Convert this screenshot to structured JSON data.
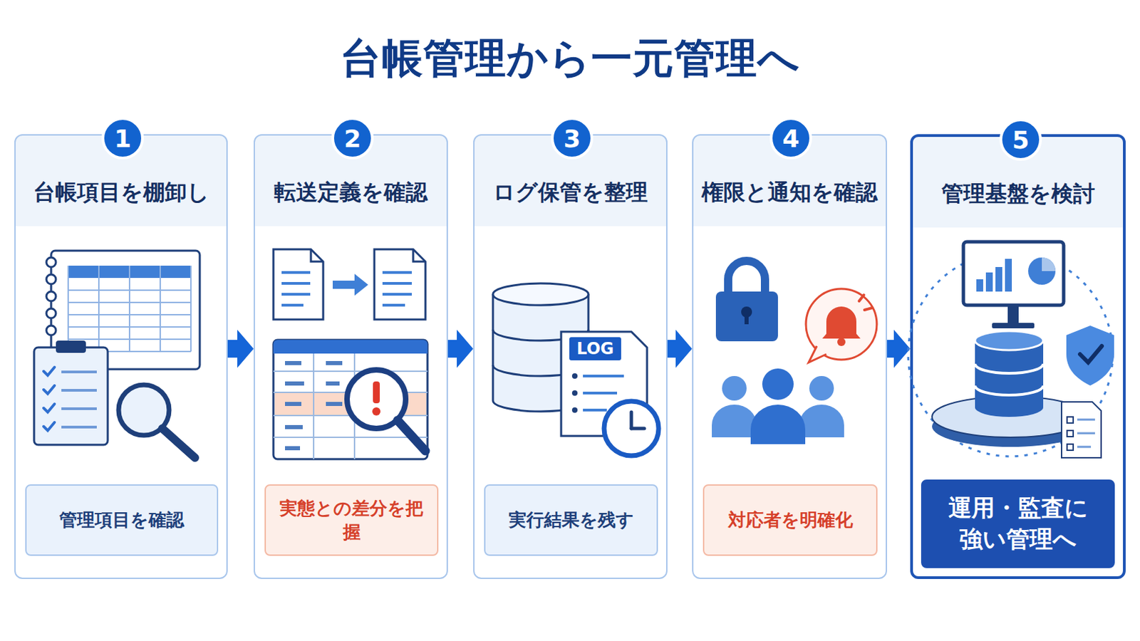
{
  "diagram": {
    "title": "台帳管理から一元管理へ",
    "nodes": [
      {
        "text": [
          "台帳項目を棚卸し"
        ]
      },
      {
        "text": [
          "1"
        ],
        "in": 0
      },
      {
        "text": [
          "管理項目を確認"
        ],
        "in": 0
      },
      {
        "text": [
          "転送定義を確認"
        ]
      },
      {
        "text": [
          "2"
        ],
        "in": 3
      },
      {
        "text": [
          "実態との差分を把握"
        ],
        "in": 3
      },
      {
        "text": [
          "ログ保管を整理"
        ]
      },
      {
        "text": [
          "3"
        ],
        "in": 6
      },
      {
        "text": [
          "実行結果を残す"
        ],
        "in": 6
      },
      {
        "text": [
          "権限と通知を確認"
        ]
      },
      {
        "text": [
          "4"
        ],
        "in": 9
      },
      {
        "text": [
          "対応者を明確化"
        ],
        "in": 9
      },
      {
        "text": [
          "管理基盤を検討"
        ]
      },
      {
        "text": [
          "5"
        ],
        "in": 12
      },
      {
        "text": [
          "運用・監査に 強い管理へ"
        ],
        "in": 12
      }
    ],
    "edges": [
      {
        "from": 0,
        "to": 3,
        "arrow": "to"
      },
      {
        "from": 3,
        "to": 6,
        "arrow": "to"
      },
      {
        "from": 6,
        "to": 9,
        "arrow": "to"
      },
      {
        "from": 9,
        "to": 12,
        "arrow": "to"
      }
    ],
    "labels": [
      "LOG"
    ]
  }
}
